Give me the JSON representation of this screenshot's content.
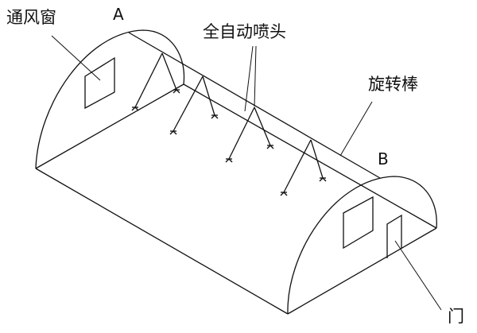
{
  "labels": {
    "vent_window": "通风窗",
    "point_a": "A",
    "sprinkler": "全自动喷头",
    "rotating_rod": "旋转棒",
    "point_b": "B",
    "door": "门"
  },
  "colors": {
    "line": "#111111",
    "background": "#ffffff"
  }
}
